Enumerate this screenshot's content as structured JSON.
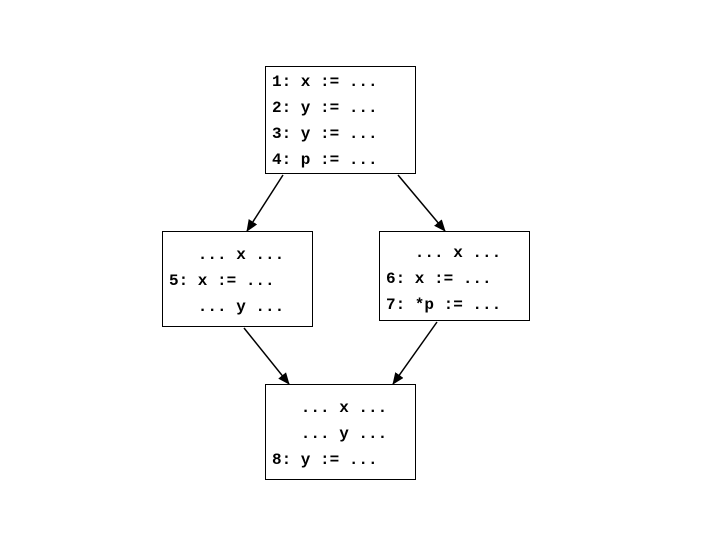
{
  "blocks": {
    "b1": {
      "lines": [
        "1: x := ...",
        "2: y := ...",
        "3: y := ...",
        "4: p := ..."
      ]
    },
    "b2": {
      "lines": [
        "   ... x ...",
        "5: x := ...",
        "   ... y ..."
      ]
    },
    "b3": {
      "lines": [
        "   ... x ...",
        "6: x := ...",
        "7: *p := ..."
      ]
    },
    "b4": {
      "lines": [
        "   ... x ...",
        "   ... y ...",
        "8: y := ..."
      ]
    }
  }
}
